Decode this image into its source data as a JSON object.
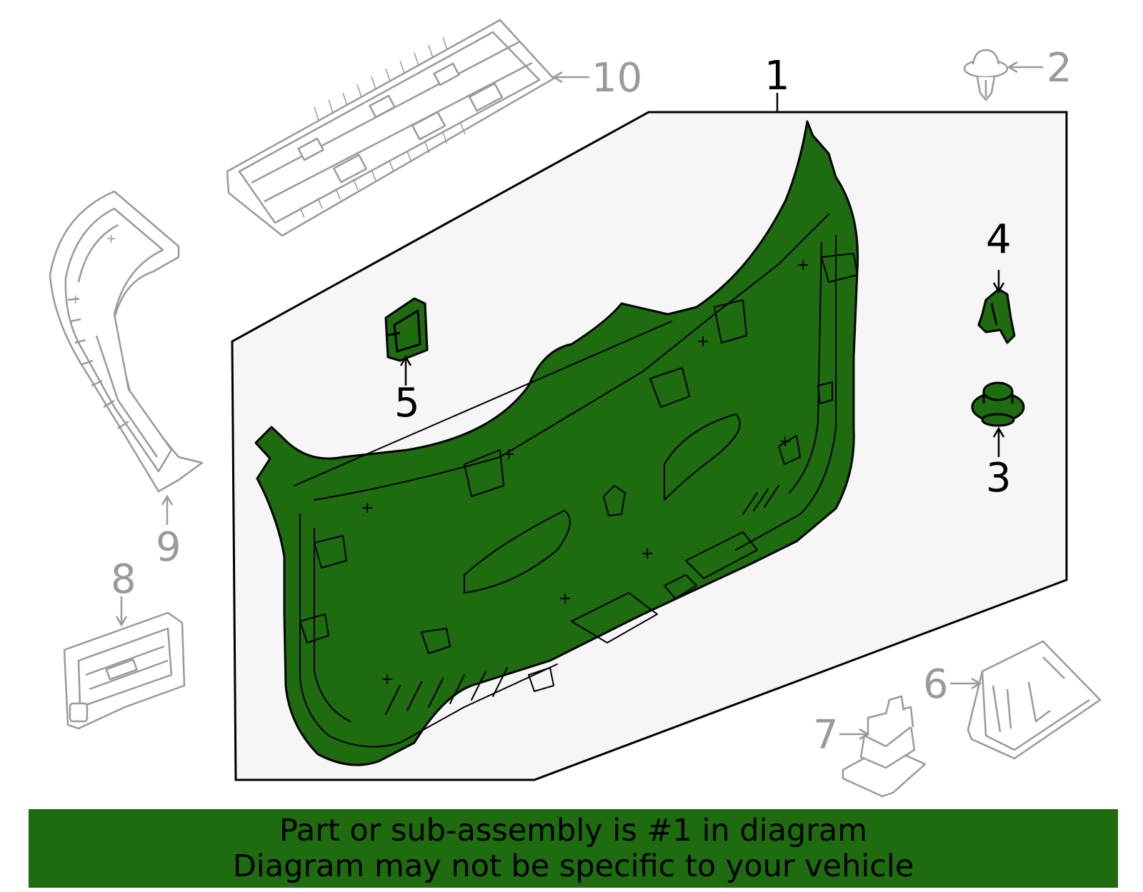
{
  "colors": {
    "highlight": "#1e6b10",
    "panel_bg": "#f6f6f6",
    "grey_parts": "#9a9a9a",
    "outline": "#000000"
  },
  "callouts": {
    "c1": "1",
    "c2": "2",
    "c3": "3",
    "c4": "4",
    "c5": "5",
    "c6": "6",
    "c7": "7",
    "c8": "8",
    "c9": "9",
    "c10": "10"
  },
  "banner": {
    "line1": "Part or sub-assembly is #1 in diagram",
    "line2": "Diagram may not be specific to your vehicle"
  }
}
